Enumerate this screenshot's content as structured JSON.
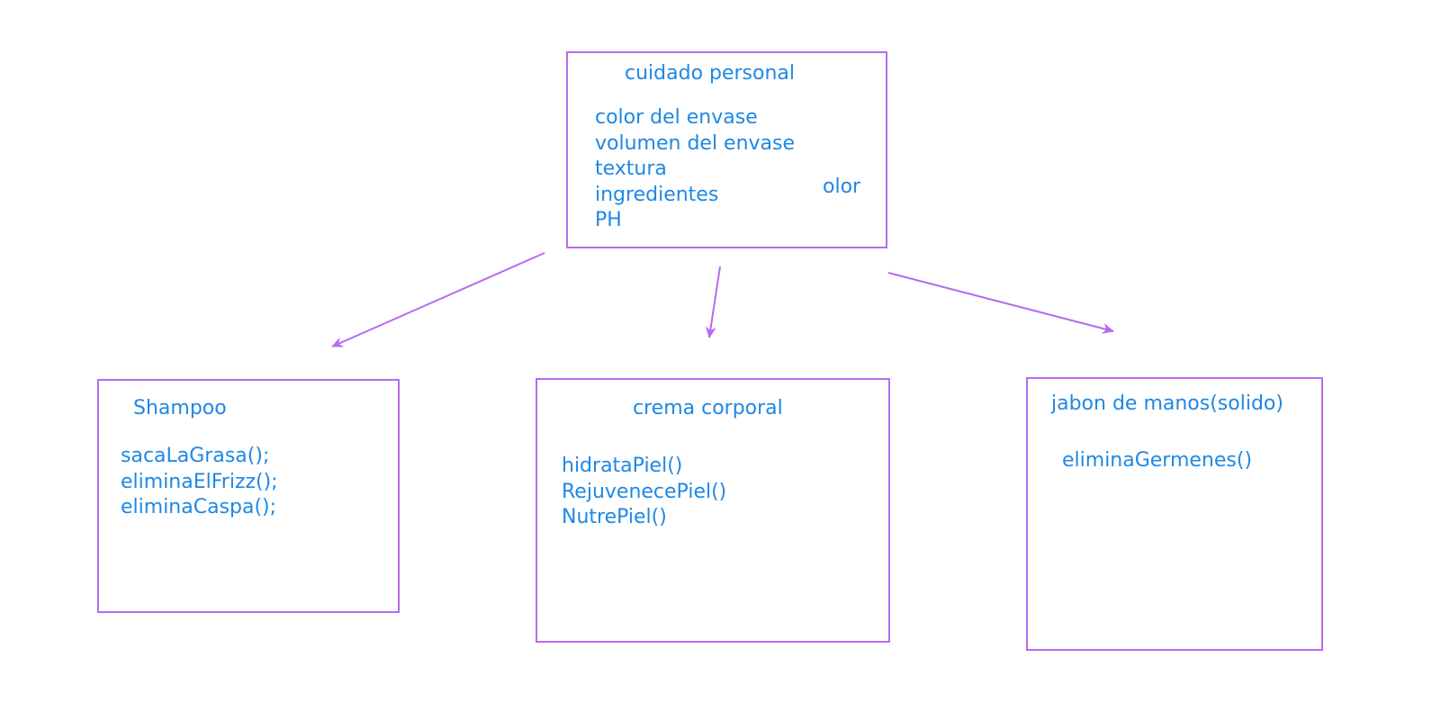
{
  "diagram": {
    "parent": {
      "title": "cuidado personal",
      "attributes": [
        "color del envase",
        "volumen del envase",
        "textura",
        "ingredientes",
        "PH"
      ],
      "extra_attribute": "olor"
    },
    "children": {
      "shampoo": {
        "title": "Shampoo",
        "methods": [
          "sacaLaGrasa();",
          "eliminaElFrizz();",
          "eliminaCaspa();"
        ]
      },
      "crema": {
        "title": "crema corporal",
        "methods": [
          "hidrataPiel()",
          "RejuvenecePiel()",
          "NutrePiel()"
        ]
      },
      "jabon": {
        "title": "jabon de manos(solido)",
        "methods": [
          "eliminaGermenes()"
        ]
      }
    },
    "colors": {
      "box_border": "#b86af0",
      "arrow": "#b86af0",
      "text": "#1e88e5",
      "background": "#ffffff"
    }
  }
}
